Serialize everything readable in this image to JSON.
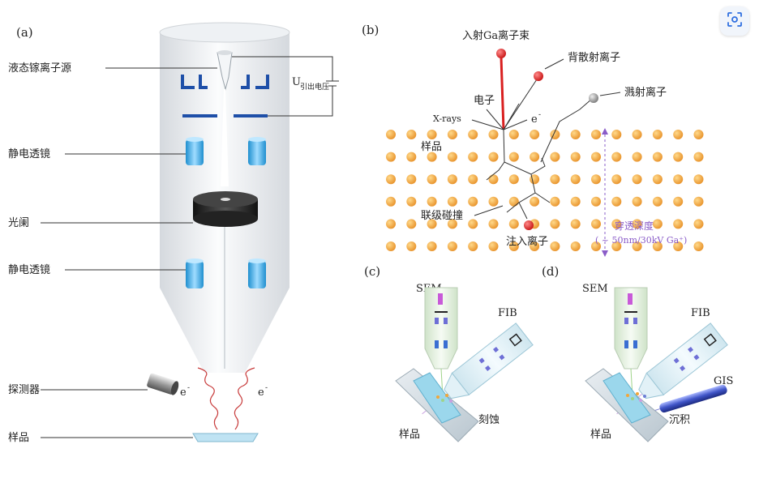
{
  "panels": {
    "a": {
      "tag": "(a)",
      "source_label": "液态镓离子源",
      "voltage_label": "U",
      "voltage_sub": "引出电压",
      "lens1_label": "静电透镜",
      "aperture_label": "光阑",
      "lens2_label": "静电透镜",
      "detector_label": "探测器",
      "sample_label": "样品",
      "e_left": "e",
      "e_right": "e",
      "e_sup": "-"
    },
    "b": {
      "tag": "(b)",
      "incident_label": "入射Ga离子束",
      "backscatter_label": "背散射离子",
      "electron_label": "电子",
      "xray_label": "X-rays",
      "e_label": "e",
      "e_sup": "-",
      "sputter_label": "溅射离子",
      "sample_label": "样品",
      "cascade_label": "联级碰撞",
      "implant_label": "注入离子",
      "depth_label": "穿透深度",
      "depth_value": "( ~ 50nm/30kV Ga⁺)"
    },
    "c": {
      "tag": "(c)",
      "sem_label": "SEM",
      "fib_label": "FIB",
      "sample_label": "样品",
      "etch_label": "刻蚀"
    },
    "d": {
      "tag": "(d)",
      "sem_label": "SEM",
      "fib_label": "FIB",
      "gis_label": "GIS",
      "sample_label": "样品",
      "deposit_label": "沉积"
    }
  },
  "colors": {
    "atom": "#f2a63a",
    "ion_red": "#d92020",
    "lens_blue": "#3fa7e0",
    "electrode_blue": "#1e4fa8",
    "depth_purple": "#8a5cc8",
    "column_gray": "#e3e6ea"
  },
  "icons": {
    "ocr_button": "scan-text-icon"
  }
}
